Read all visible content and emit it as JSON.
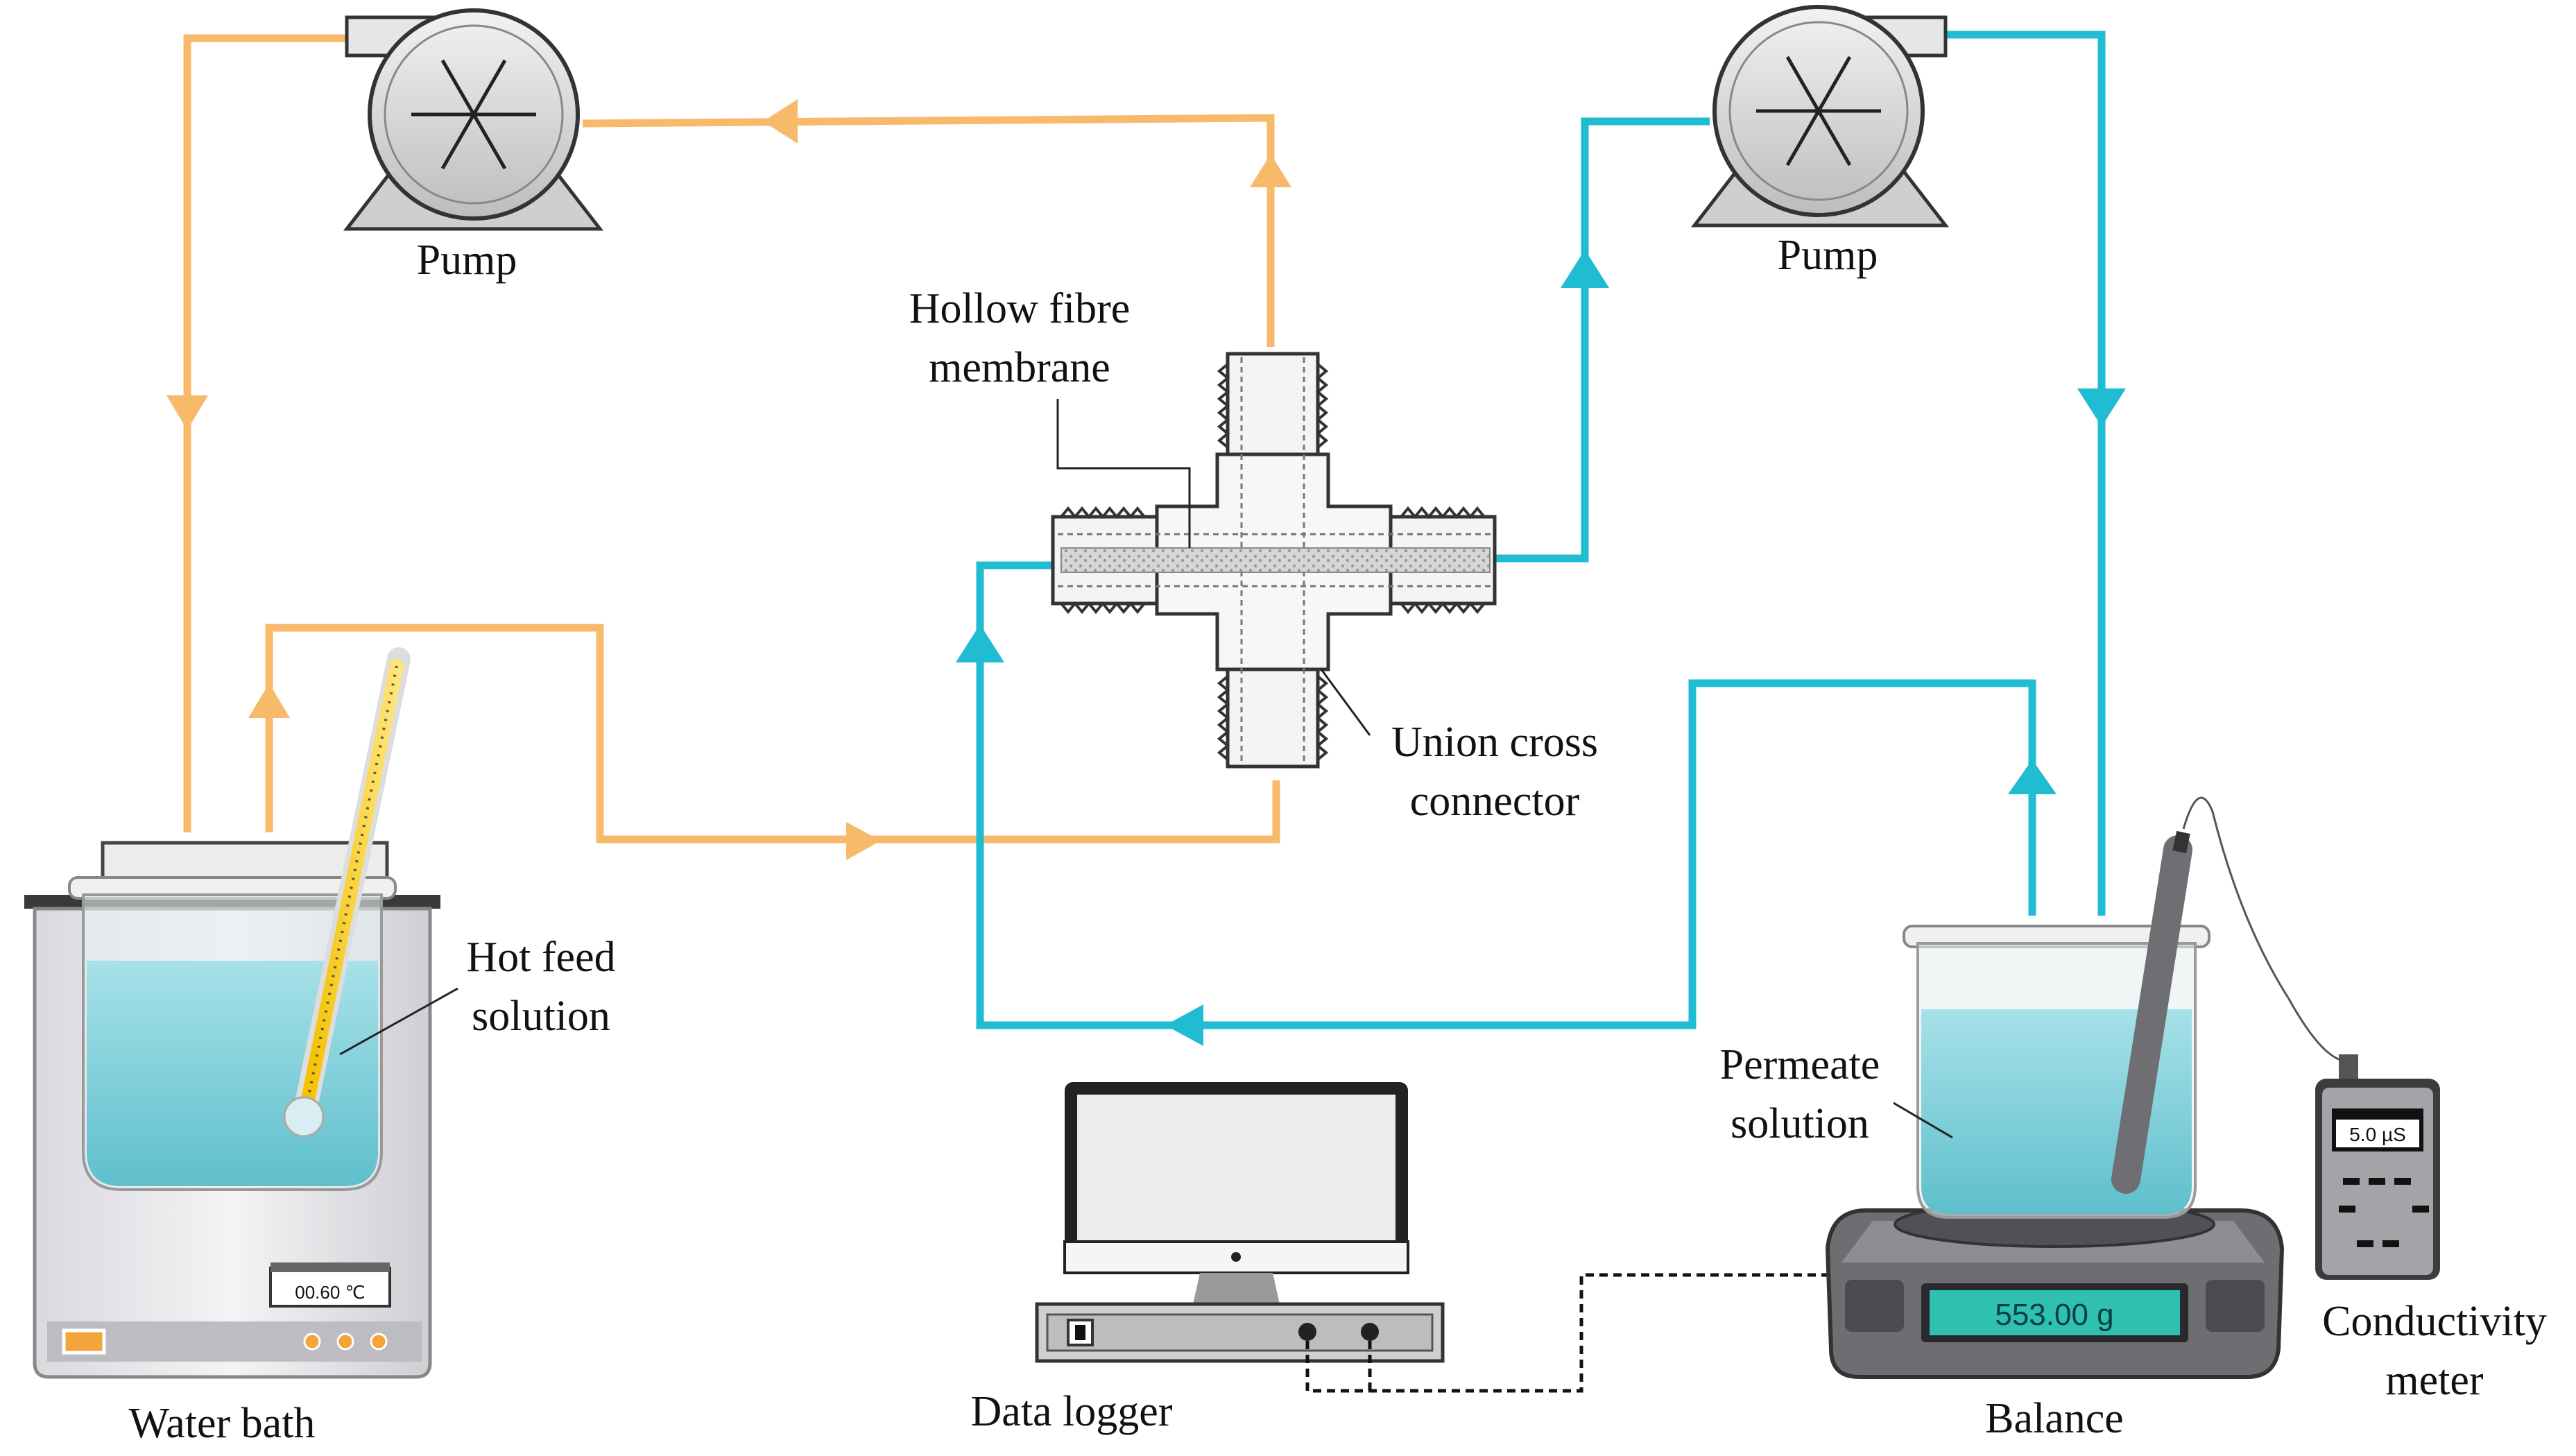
{
  "labels": {
    "pump_left": "Pump",
    "pump_right": "Pump",
    "hollow_fibre_line1": "Hollow fibre",
    "hollow_fibre_line2": "membrane",
    "union_line1": "Union cross",
    "union_line2": "connector",
    "hot_feed_line1": "Hot feed",
    "hot_feed_line2": "solution",
    "water_bath": "Water bath",
    "data_logger": "Data logger",
    "permeate_line1": "Permeate",
    "permeate_line2": "solution",
    "balance": "Balance",
    "conductivity_line1": "Conductivity",
    "conductivity_line2": "meter"
  },
  "displays": {
    "water_bath_temp": "00.60 ℃",
    "balance_weight": "553.00 g",
    "conductivity_reading": "5.0 µS"
  },
  "colors": {
    "feed_loop": "#f7b96a",
    "permeate_loop": "#1fbcd2",
    "water": "#8fd3dc",
    "balance_display": "#2fc0b0"
  },
  "icons": [
    "pump-icon",
    "thermometer-icon",
    "monitor-icon",
    "beaker-icon",
    "probe-icon"
  ]
}
